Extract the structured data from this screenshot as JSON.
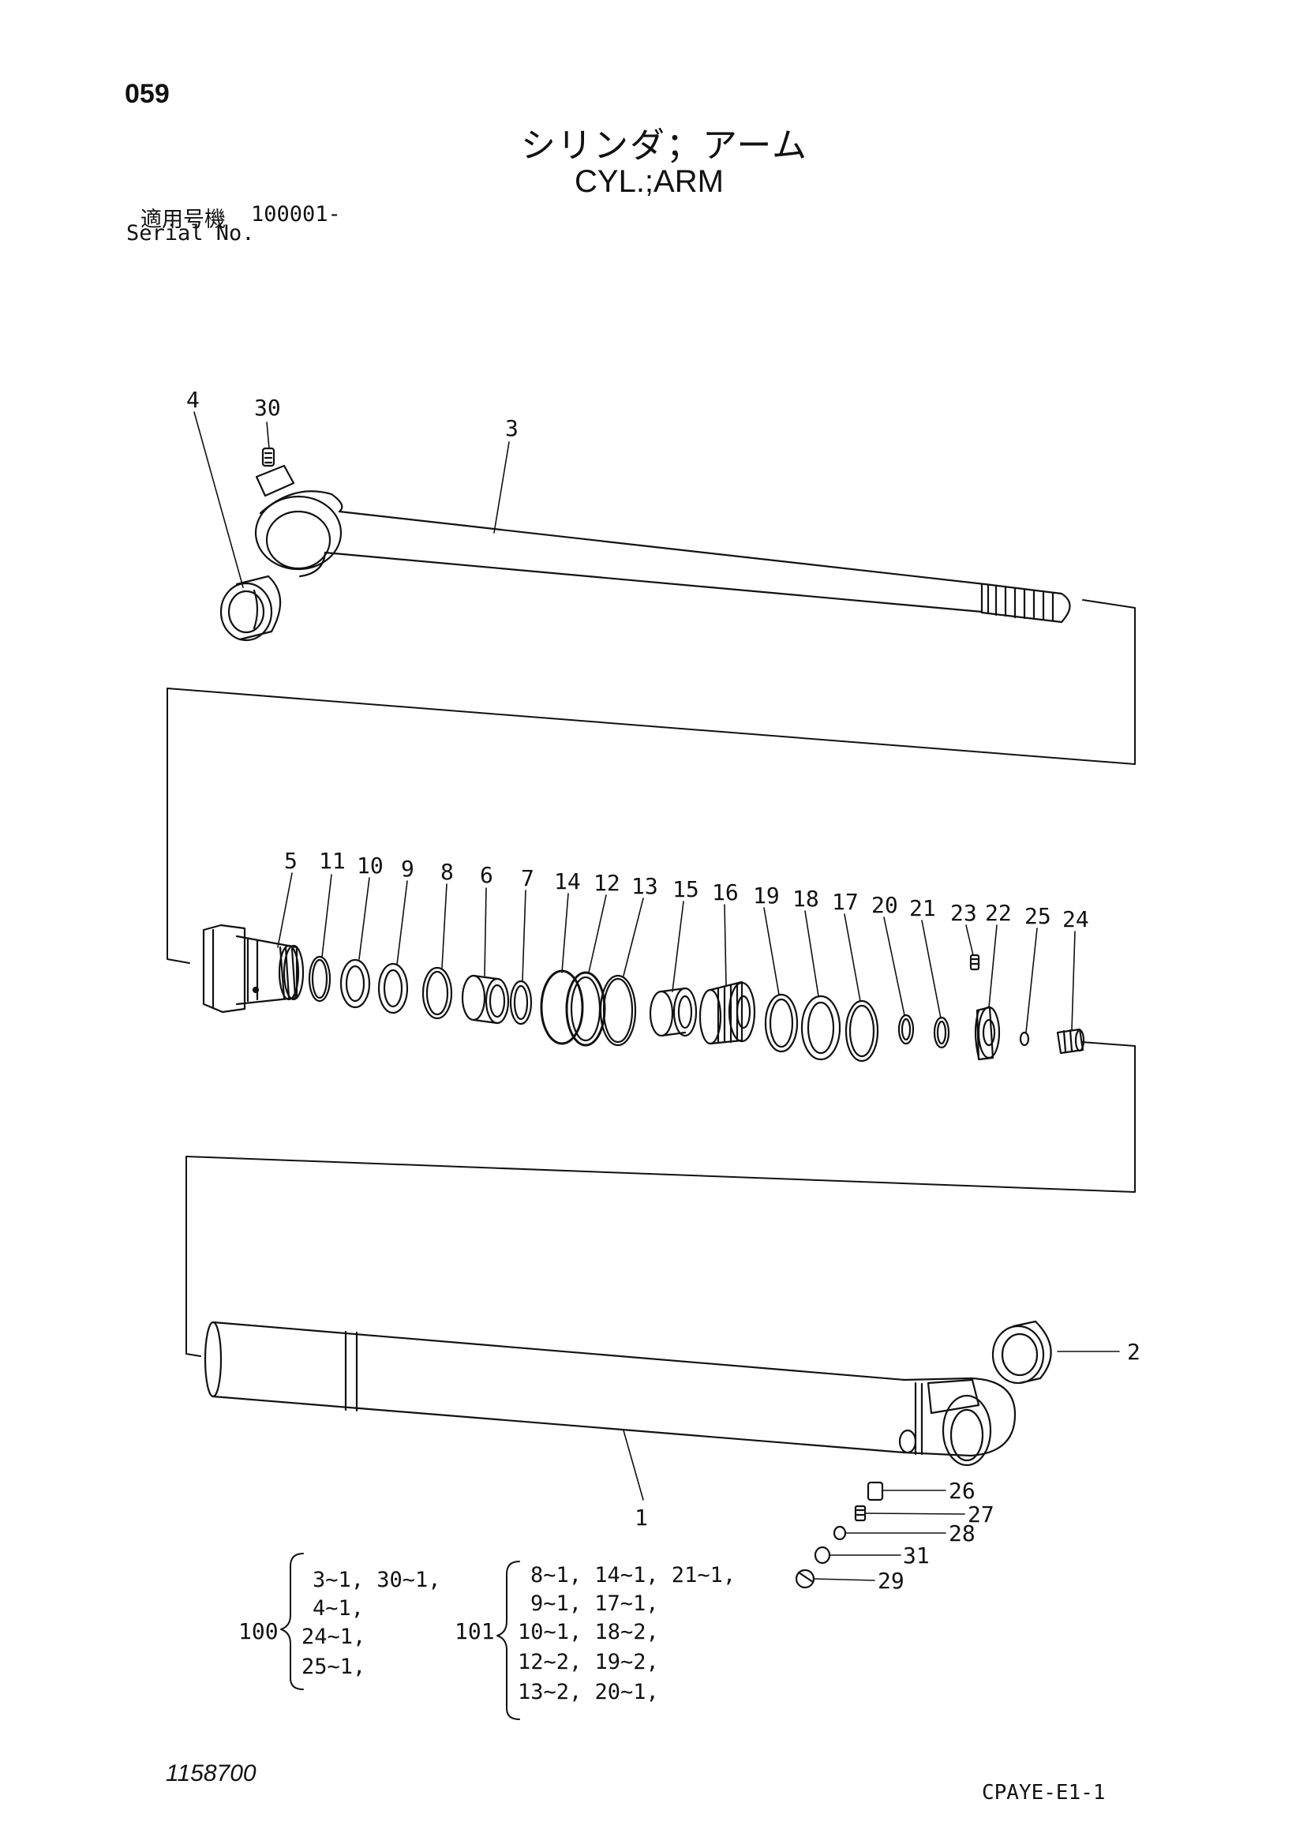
{
  "header": {
    "page_number": "059",
    "title_ja": "シリンダ；アーム",
    "title_en": "CYL.;ARM",
    "serial_label_ja": "適用号機",
    "serial_value": "100001-",
    "serial_label_en": "Serial No."
  },
  "callouts": [
    "1",
    "2",
    "3",
    "4",
    "5",
    "6",
    "7",
    "8",
    "9",
    "10",
    "11",
    "12",
    "13",
    "14",
    "15",
    "16",
    "17",
    "18",
    "19",
    "20",
    "21",
    "22",
    "23",
    "24",
    "25",
    "26",
    "27",
    "28",
    "29",
    "30",
    "31"
  ],
  "sets": [
    {
      "id": "100",
      "lines": [
        "3~1, 30~1,",
        "4~1,",
        "24~1,",
        "25~1,"
      ]
    },
    {
      "id": "101",
      "lines": [
        "8~1, 14~1, 21~1,",
        "9~1, 17~1,",
        "10~1, 18~2,",
        "12~2, 19~2,",
        "13~2, 20~1,"
      ]
    }
  ],
  "footer": {
    "doc_number": "1158700",
    "code": "CPAYE-E1-1"
  }
}
